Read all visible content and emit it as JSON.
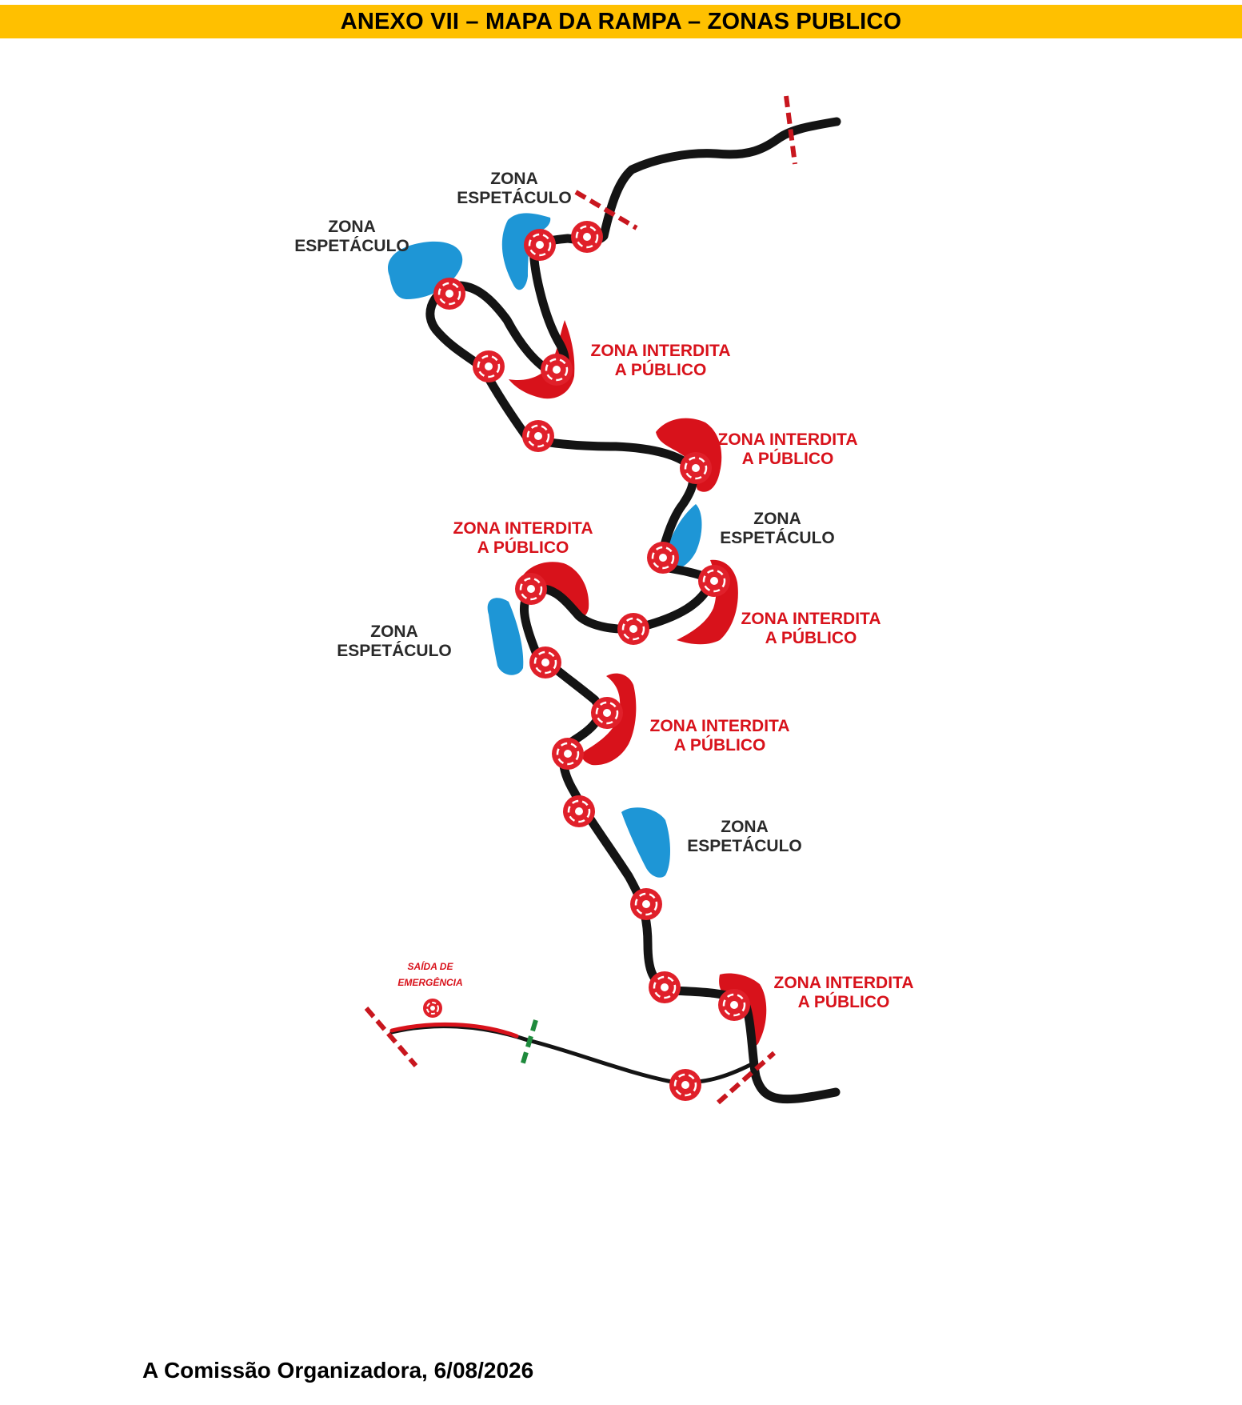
{
  "header": {
    "title": "ANEXO VII – MAPA DA RAMPA – ZONAS PUBLICO"
  },
  "map": {
    "labels": {
      "zona_espetaculo_line1": "ZONA",
      "zona_espetaculo_line2": "ESPETÁCULO",
      "zona_interdita_line1": "ZONA INTERDITA",
      "zona_interdita_line2": "A PÚBLICO",
      "saida_line1": "SAÍDA DE",
      "saida_line2": "EMERGÊNCIA"
    },
    "colors": {
      "road": "#141414",
      "spectator_zone": "#1E96D6",
      "restricted_zone": "#D8121B",
      "barrier_red": "#C8161E",
      "barrier_green": "#1E8A3C",
      "marker": "#E0202A"
    },
    "legend_counts": {
      "spectator_zones": 5,
      "restricted_zones": 6
    }
  },
  "footer": {
    "signature": "A Comissão Organizadora, 6/08/2026"
  }
}
